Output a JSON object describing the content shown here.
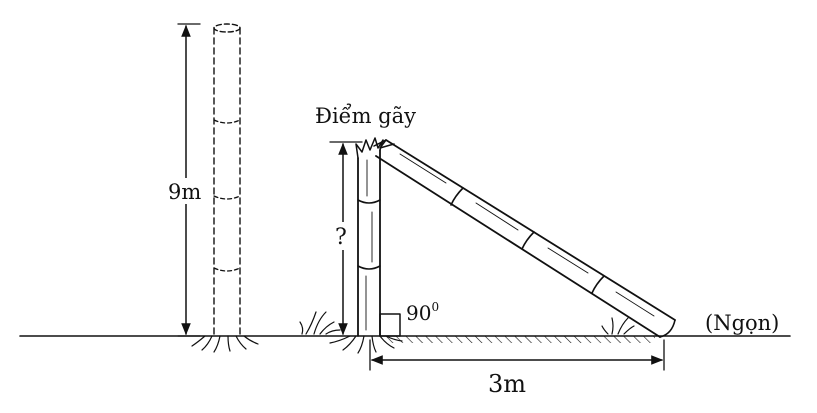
{
  "labels": {
    "break_point": "Điểm gãy",
    "original_height": "9m",
    "unknown_height": "?",
    "right_angle": "90",
    "right_angle_sup": "0",
    "base_distance": "3m",
    "tip": "(Ngọn)"
  }
}
